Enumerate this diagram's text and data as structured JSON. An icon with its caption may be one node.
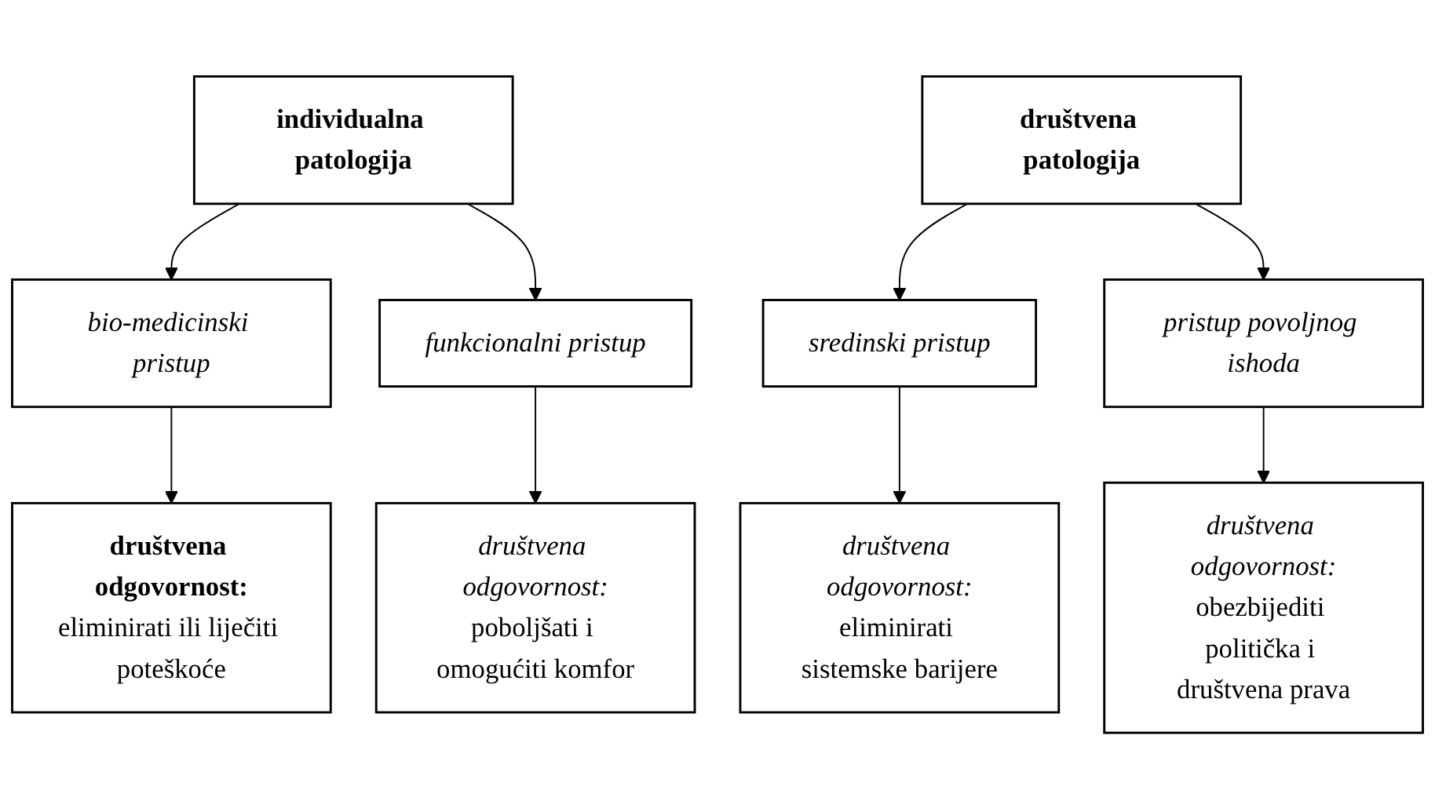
{
  "diagram": {
    "nodes": [
      {
        "text": [
          "individualna patologija"
        ]
      },
      {
        "text": [
          "društvena patologija"
        ]
      },
      {
        "text": [
          "bio-medicinski pristup"
        ]
      },
      {
        "text": [
          "funkcionalni pristup"
        ]
      },
      {
        "text": [
          "sredinski pristup"
        ]
      },
      {
        "text": [
          "pristup povoljnog ishoda"
        ]
      },
      {
        "text": [
          "društvena odgovornost:",
          "eliminirati ili liječiti poteškoće"
        ]
      },
      {
        "text": [
          "društvena odgovornost:",
          "poboljšati i omogućiti komfor"
        ]
      },
      {
        "text": [
          "društvena odgovornost:",
          "eliminirati sistemske barijere"
        ]
      },
      {
        "text": [
          "društvena odgovornost:",
          "obezbijediti politička i društvena prava"
        ]
      }
    ],
    "edges": [
      {
        "from": 0,
        "to": 2,
        "arrow": "to"
      },
      {
        "from": 0,
        "to": 3,
        "arrow": "to"
      },
      {
        "from": 1,
        "to": 4,
        "arrow": "to"
      },
      {
        "from": 1,
        "to": 5,
        "arrow": "to"
      },
      {
        "from": 2,
        "to": 6,
        "arrow": "to"
      },
      {
        "from": 3,
        "to": 7,
        "arrow": "to"
      },
      {
        "from": 4,
        "to": 8,
        "arrow": "to"
      },
      {
        "from": 5,
        "to": 9,
        "arrow": "to"
      }
    ]
  }
}
